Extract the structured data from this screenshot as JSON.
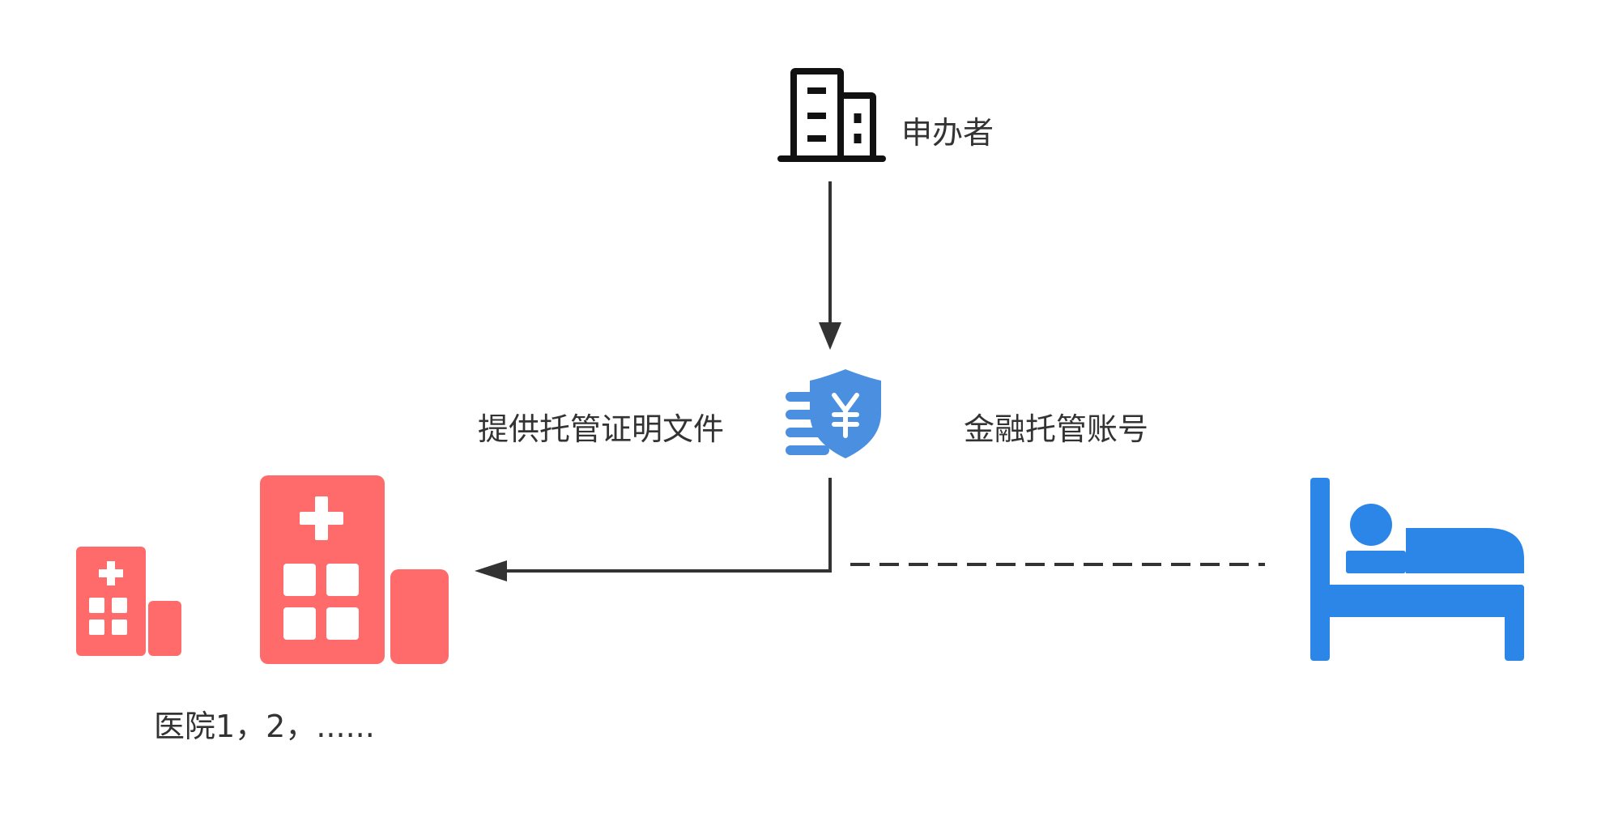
{
  "nodes": {
    "sponsor": {
      "label": "申办者",
      "icon": "office-building-icon"
    },
    "escrow": {
      "icon": "shield-yen-icon",
      "color": "#4a8fe0"
    },
    "hospitals": {
      "label": "医院1，2，......",
      "icon": "hospital-building-icon",
      "color": "#ff6b6b"
    },
    "patient": {
      "icon": "patient-bed-icon",
      "color": "#2b86e8"
    }
  },
  "edges": {
    "provide_docs": {
      "label": "提供托管证明文件",
      "style": "solid"
    },
    "escrow_account": {
      "label": "金融托管账号",
      "style": "dashed"
    }
  },
  "colors": {
    "line": "#333333",
    "text": "#333333"
  }
}
